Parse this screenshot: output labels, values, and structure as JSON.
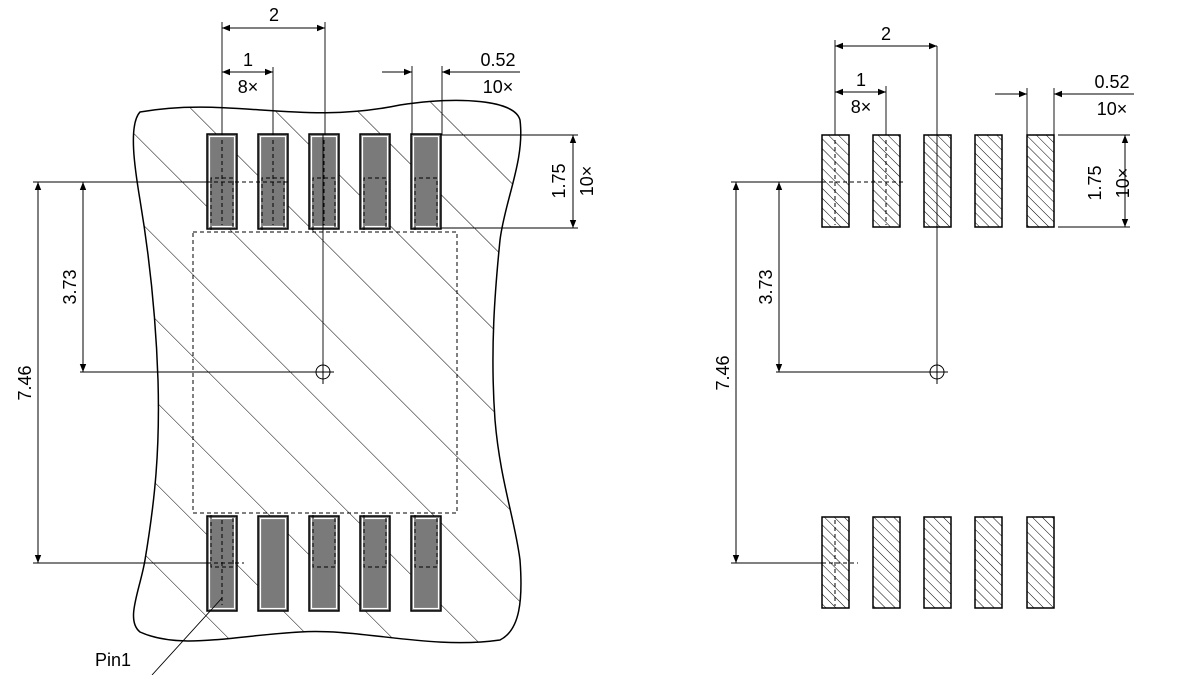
{
  "left_view": {
    "dim_pitch_2": "2",
    "dim_pitch_1": "1",
    "dim_pitch_count": "8×",
    "dim_pad_width": "0.52",
    "dim_pad_width_count": "10×",
    "dim_pad_length": "1.75",
    "dim_pad_length_count": "10×",
    "dim_half_span": "3.73",
    "dim_full_span": "7.46",
    "pin1_label": "Pin1"
  },
  "right_view": {
    "dim_pitch_2": "2",
    "dim_pitch_1": "1",
    "dim_pitch_count": "8×",
    "dim_pad_width": "0.52",
    "dim_pad_width_count": "10×",
    "dim_pad_length": "1.75",
    "dim_pad_length_count": "10×",
    "dim_half_span": "3.73",
    "dim_full_span": "7.46"
  },
  "colors": {
    "pad_fill": "#7a7a7a",
    "pad_outline": "#000000",
    "line": "#000000",
    "background": "#ffffff"
  }
}
